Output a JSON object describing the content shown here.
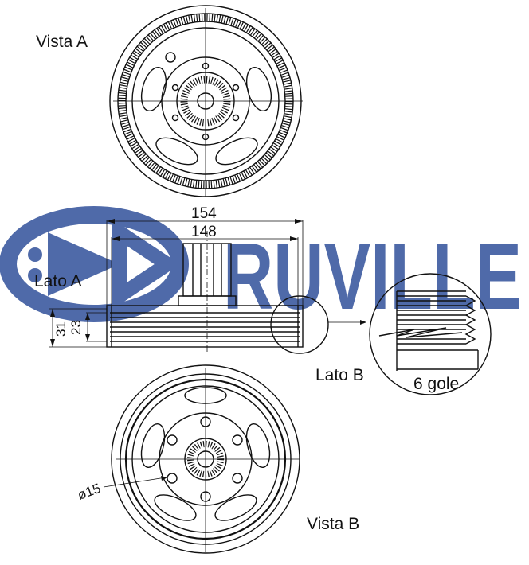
{
  "labels": {
    "vista_a": "Vista A",
    "vista_b": "Vista B",
    "lato_a": "Lato A",
    "lato_b": "Lato B",
    "grooves": "6 gole"
  },
  "dimensions": {
    "outer_diameter": "154",
    "inner_diameter": "148",
    "total_width": "31",
    "belt_width": "23",
    "hole": "ø15"
  },
  "watermark": {
    "brand": "RUVILLE",
    "color": "#3d5aa0"
  }
}
